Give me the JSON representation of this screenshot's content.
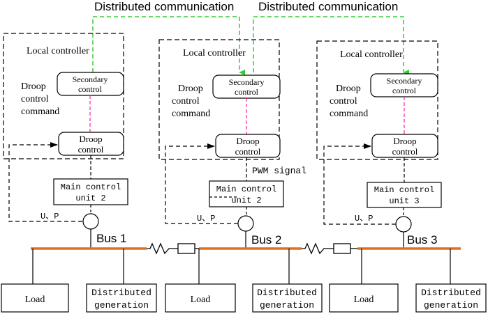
{
  "comm": {
    "label_left": "Distributed communication",
    "label_right": "Distributed communication"
  },
  "controllers": [
    {
      "title": "Local controller",
      "secondary_l1": "Secondary",
      "secondary_l2": "control",
      "droop_cmd_l1": "Droop",
      "droop_cmd_l2": "control",
      "droop_cmd_l3": "command",
      "droop_l1": "Droop",
      "droop_l2": "control",
      "mcu_l1": "Main control",
      "mcu_l2": "unit 2",
      "meas": "U、P",
      "bus": "Bus  1",
      "load": "Load",
      "dg_l1": "Distributed",
      "dg_l2": "generation"
    },
    {
      "title": "Local controller",
      "secondary_l1": "Secondary",
      "secondary_l2": "control",
      "droop_cmd_l1": "Droop",
      "droop_cmd_l2": "control",
      "droop_cmd_l3": "command",
      "droop_l1": "Droop",
      "droop_l2": "control",
      "mcu_l1": "Main control",
      "mcu_l2": "unit 2",
      "meas": "U、P",
      "bus": "Bus  2",
      "load": "Load",
      "dg_l1": "Distributed",
      "dg_l2": "generation"
    },
    {
      "title": "Local controller",
      "secondary_l1": "Secondary",
      "secondary_l2": "control",
      "droop_cmd_l1": "Droop",
      "droop_cmd_l2": "control",
      "droop_cmd_l3": "command",
      "droop_l1": "Droop",
      "droop_l2": "control",
      "mcu_l1": "Main control",
      "mcu_l2": "unit 3",
      "meas": "U、P",
      "bus": "Bus  3",
      "load": "Load",
      "dg_l1": "Distributed",
      "dg_l2": "generation"
    }
  ],
  "pwm_label": "PWM signal",
  "colors": {
    "comm_line": "#33cc33",
    "link_line": "#ff33aa",
    "bus_line": "#e07020",
    "stroke": "#000000"
  }
}
